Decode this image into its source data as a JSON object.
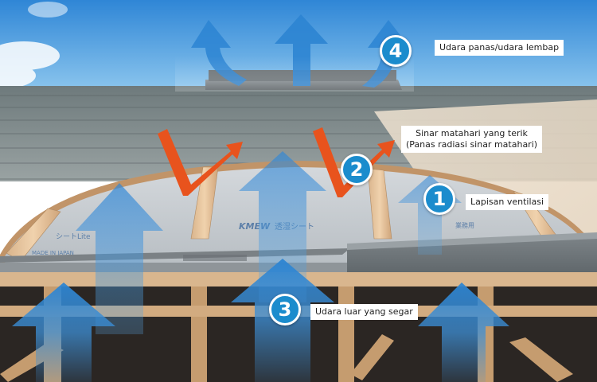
{
  "labels": {
    "item1": {
      "number": "1",
      "text": "Lapisan ventilasi"
    },
    "item2": {
      "number": "2",
      "line1": "Sinar matahari yang terik",
      "line2": "(Panas radiasi sinar matahari)"
    },
    "item3": {
      "number": "3",
      "text": "Udara luar yang segar"
    },
    "item4": {
      "number": "4",
      "text": "Udara panas/udara lembap"
    }
  },
  "sheet_print": {
    "brand": "KMEW",
    "jp_text": "透湿シート",
    "lite": "シートLite",
    "made_in": "MADE IN JAPAN",
    "grade": "業務用"
  },
  "colors": {
    "badge": "#1b8ccd",
    "air_arrow": "#3d8fd6",
    "sun_arrow": "#e8531d",
    "sky": "#4a9ee0"
  }
}
